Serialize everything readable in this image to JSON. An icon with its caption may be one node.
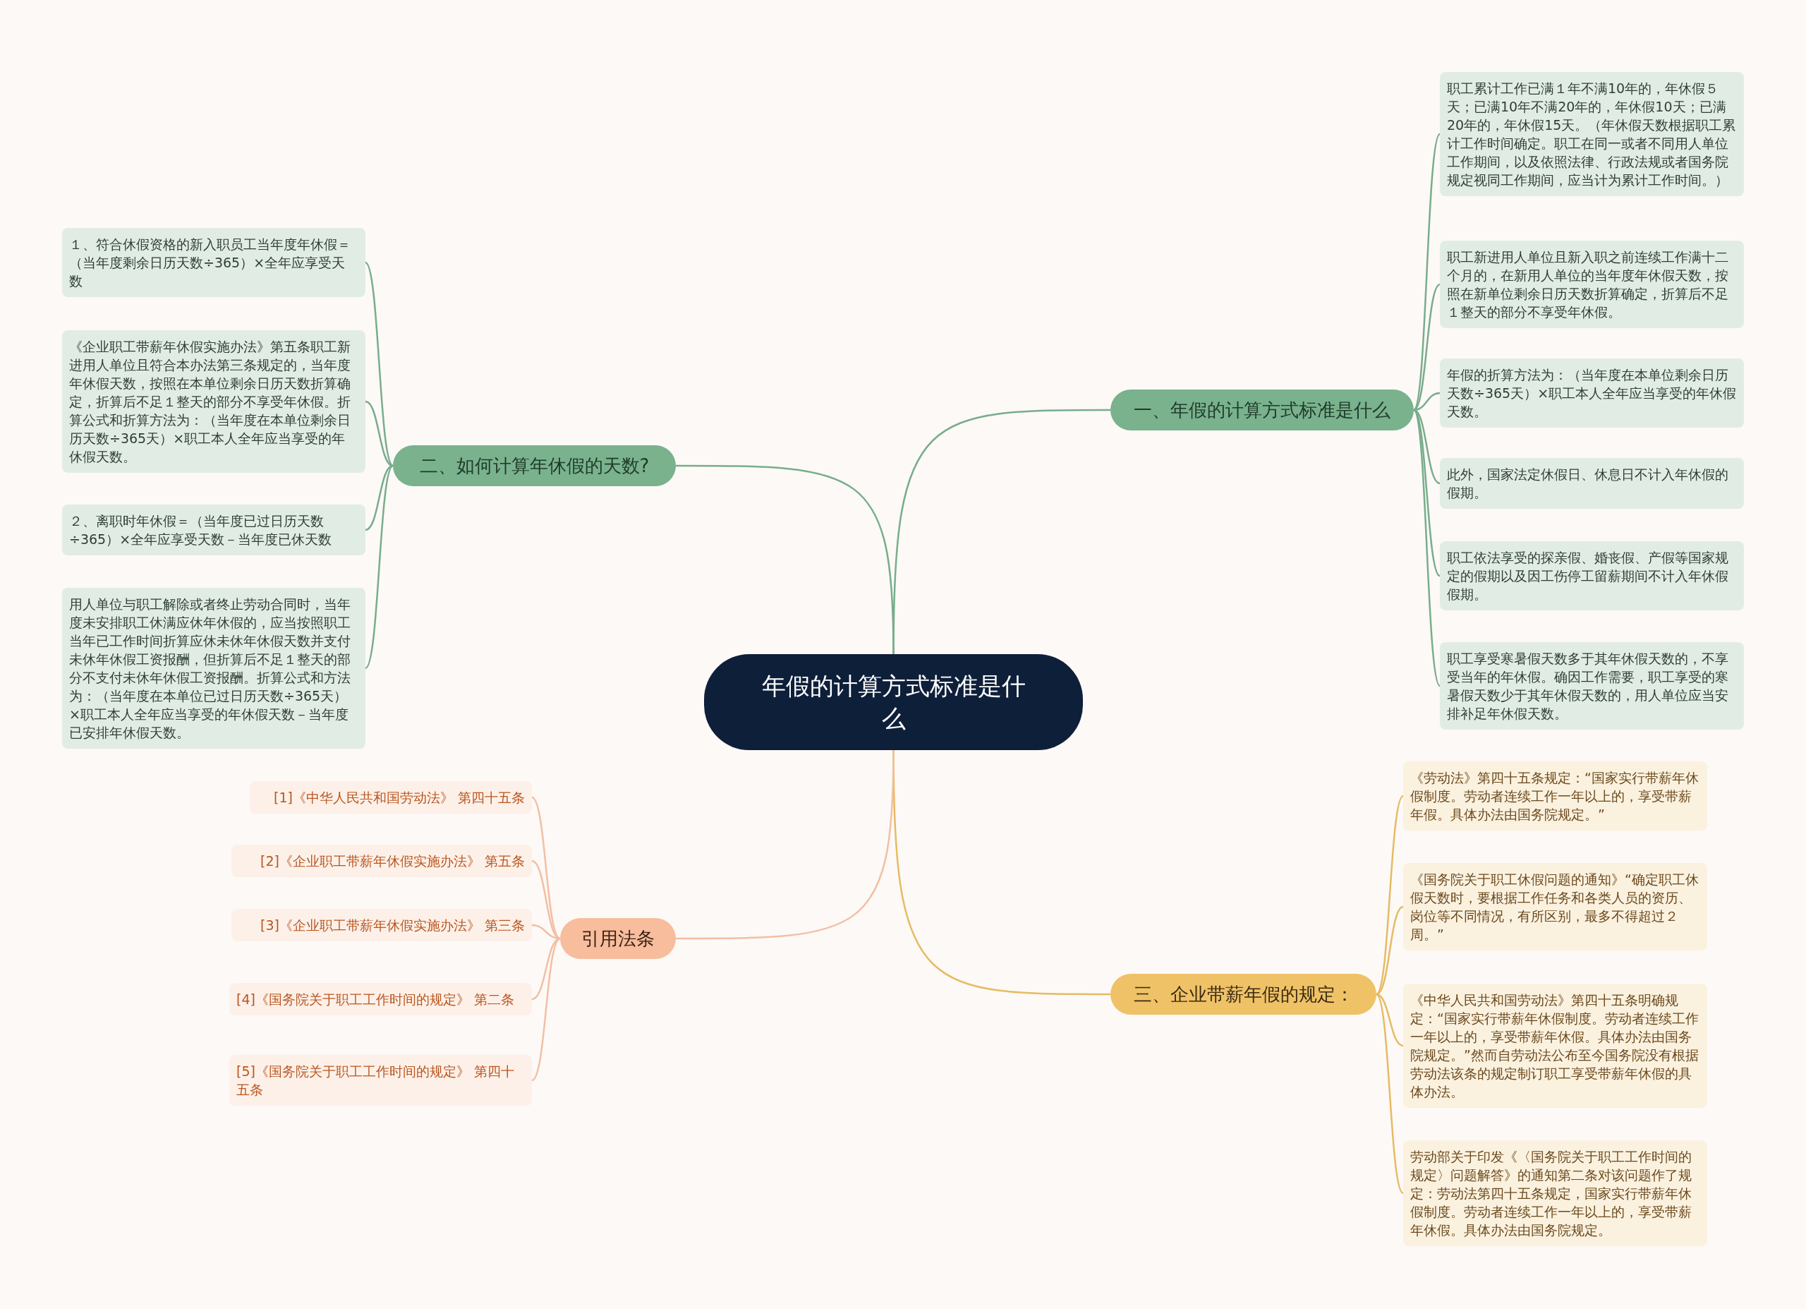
{
  "diagram": {
    "nodes": [
      {
        "text": [
          "年假的计算方式标准是什么"
        ]
      },
      {
        "text": [
          "一、年假的计算方式标准是什么"
        ]
      },
      {
        "text": [
          "职工累计工作已满１年不满10年的，年休假５天；已满10年不满20年的，年休假10天；已满20年的，年休假15天。（年休假天数根据职工累计工作时间确定。职工在同一或者不同用人单位工作期间，以及依照法律、行政法规或者国务院规定视同工作期间，应当计为累计工作时间。）"
        ]
      },
      {
        "text": [
          "职工新进用人单位且新入职之前连续工作满十二个月的，在新用人单位的当年度年休假天数，按照在新单位剩余日历天数折算确定，折算后不足１整天的部分不享受年休假。"
        ]
      },
      {
        "text": [
          "年假的折算方法为：（当年度在本单位剩余日历天数÷365天）×职工本人全年应当享受的年休假天数。"
        ]
      },
      {
        "text": [
          "此外，国家法定休假日、休息日不计入年休假的假期。"
        ]
      },
      {
        "text": [
          "职工依法享受的探亲假、婚丧假、产假等国家规定的假期以及因工伤停工留薪期间不计入年休假假期。"
        ]
      },
      {
        "text": [
          "职工享受寒暑假天数多于其年休假天数的，不享受当年的年休假。确因工作需要，职工享受的寒暑假天数少于其年休假天数的，用人单位应当安排补足年休假天数。"
        ]
      },
      {
        "text": [
          "二、如何计算年休假的天数?"
        ]
      },
      {
        "text": [
          "１、符合休假资格的新入职员工当年度年休假＝（当年度剩余日历天数÷365）×全年应享受天数"
        ]
      },
      {
        "text": [
          "《企业职工带薪年休假实施办法》第五条职工新进用人单位且符合本办法第三条规定的，当年度年休假天数，按照在本单位剩余日历天数折算确定，折算后不足１整天的部分不享受年休假。折算公式和折算方法为：（当年度在本单位剩余日历天数÷365天）×职工本人全年应当享受的年休假天数。"
        ]
      },
      {
        "text": [
          "２、离职时年休假＝（当年度已过日历天数÷365）×全年应享受天数－当年度已休天数"
        ]
      },
      {
        "text": [
          "用人单位与职工解除或者终止劳动合同时，当年度未安排职工休满应休年休假的，应当按照职工当年已工作时间折算应休未休年休假天数并支付未休年休假工资报酬，但折算后不足１整天的部分不支付未休年休假工资报酬。折算公式和方法为：（当年度在本单位已过日历天数÷365天）×职工本人全年应当享受的年休假天数－当年度已安排年休假天数。"
        ]
      },
      {
        "text": [
          "三、企业带薪年假的规定："
        ]
      },
      {
        "text": [
          "《劳动法》第四十五条规定：“国家实行带薪年休假制度。劳动者连续工作一年以上的，享受带薪年假。具体办法由国务院规定。”"
        ]
      },
      {
        "text": [
          "《国务院关于职工休假问题的通知》“确定职工休假天数时，要根据工作任务和各类人员的资历、岗位等不同情况，有所区别，最多不得超过２周。”"
        ]
      },
      {
        "text": [
          "《中华人民共和国劳动法》第四十五条明确规定：“国家实行带薪年休假制度。劳动者连续工作一年以上的，享受带薪年休假。具体办法由国务院规定。”然而自劳动法公布至今国务院没有根据劳动法该条的规定制订职工享受带薪年休假的具体办法。"
        ]
      },
      {
        "text": [
          "劳动部关于印发《〈国务院关于职工工作时间的规定〉问题解答》的通知第二条对该问题作了规定：劳动法第四十五条规定，国家实行带薪年休假制度。劳动者连续工作一年以上的，享受带薪年休假。具体办法由国务院规定。"
        ]
      },
      {
        "text": [
          "引用法条"
        ]
      },
      {
        "text": [
          "[1]《中华人民共和国劳动法》 第四十五条"
        ]
      },
      {
        "text": [
          "[2]《企业职工带薪年休假实施办法》 第五条"
        ]
      },
      {
        "text": [
          "[3]《企业职工带薪年休假实施办法》 第三条"
        ]
      },
      {
        "text": [
          "[4]《国务院关于职工工作时间的规定》 第二条"
        ]
      },
      {
        "text": [
          "[5]《国务院关于职工工作时间的规定》 第四十五条"
        ]
      }
    ],
    "edges": [
      {
        "from": 0,
        "to": 1,
        "arrow": "none"
      },
      {
        "from": 1,
        "to": 2,
        "arrow": "none"
      },
      {
        "from": 1,
        "to": 3,
        "arrow": "none"
      },
      {
        "from": 1,
        "to": 4,
        "arrow": "none"
      },
      {
        "from": 1,
        "to": 5,
        "arrow": "none"
      },
      {
        "from": 1,
        "to": 6,
        "arrow": "none"
      },
      {
        "from": 1,
        "to": 7,
        "arrow": "none"
      },
      {
        "from": 0,
        "to": 8,
        "arrow": "none"
      },
      {
        "from": 8,
        "to": 9,
        "arrow": "none"
      },
      {
        "from": 8,
        "to": 10,
        "arrow": "none"
      },
      {
        "from": 8,
        "to": 11,
        "arrow": "none"
      },
      {
        "from": 8,
        "to": 12,
        "arrow": "none"
      },
      {
        "from": 0,
        "to": 13,
        "arrow": "none",
        "color": "#e6bb62"
      },
      {
        "from": 13,
        "to": 14,
        "arrow": "none",
        "color": "#e6bb62"
      },
      {
        "from": 13,
        "to": 15,
        "arrow": "none",
        "color": "#e6bb62"
      },
      {
        "from": 13,
        "to": 16,
        "arrow": "none",
        "color": "#e6bb62"
      },
      {
        "from": 13,
        "to": 17,
        "arrow": "none",
        "color": "#e6bb62"
      },
      {
        "from": 0,
        "to": 18,
        "arrow": "none",
        "color": "#f2bfa3"
      },
      {
        "from": 18,
        "to": 19,
        "arrow": "none",
        "color": "#f2bfa3"
      },
      {
        "from": 18,
        "to": 20,
        "arrow": "none",
        "color": "#f2bfa3"
      },
      {
        "from": 18,
        "to": 21,
        "arrow": "none",
        "color": "#f2bfa3"
      },
      {
        "from": 18,
        "to": 22,
        "arrow": "none",
        "color": "#f2bfa3"
      },
      {
        "from": 18,
        "to": 23,
        "arrow": "none",
        "color": "#f2bfa3"
      }
    ]
  }
}
